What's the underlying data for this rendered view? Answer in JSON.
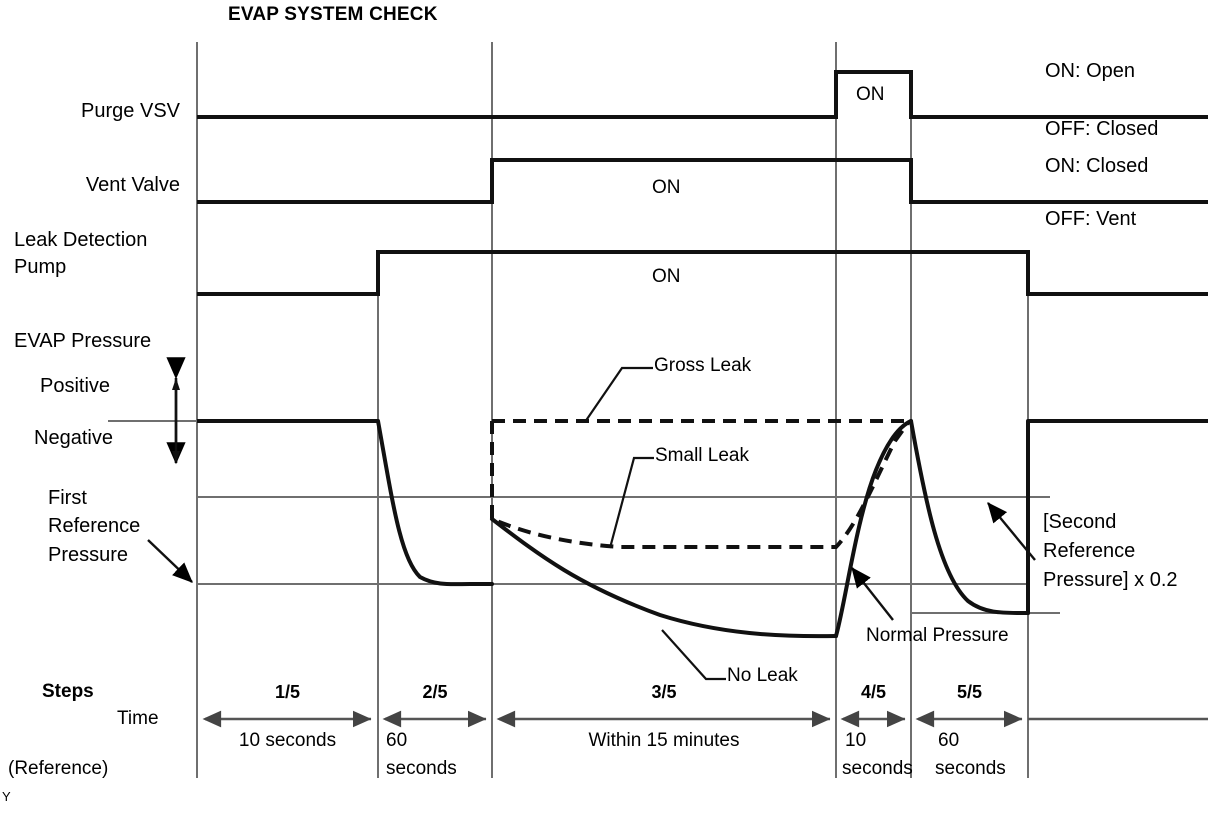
{
  "title": "EVAP SYSTEM CHECK",
  "corner_mark": "Y",
  "left_labels": {
    "purge_vsv": "Purge VSV",
    "vent_valve": "Vent Valve",
    "leak_detection_pump_l1": "Leak Detection",
    "leak_detection_pump_l2": "Pump",
    "evap_pressure": "EVAP Pressure",
    "positive": "Positive",
    "negative": "Negative",
    "first_ref_l1": "First",
    "first_ref_l2": "Reference",
    "first_ref_l3": "Pressure"
  },
  "right_labels": {
    "purge_on": "ON: Open",
    "purge_off": "OFF: Closed",
    "vent_on": "ON: Closed",
    "vent_off": "OFF: Vent",
    "second_ref_l1": "[Second",
    "second_ref_l2": "Reference",
    "second_ref_l3": "Pressure] x 0.2"
  },
  "signal_states": {
    "purge_vsv_on": "ON",
    "vent_valve_on": "ON",
    "pump_on": "ON"
  },
  "curve_callouts": {
    "gross_leak": "Gross Leak",
    "small_leak": "Small Leak",
    "no_leak": "No Leak",
    "normal_pressure": "Normal Pressure"
  },
  "axis": {
    "steps_label": "Steps",
    "time_label": "Time",
    "reference_label": "(Reference)"
  },
  "chart_data": {
    "type": "line",
    "title": "EVAP SYSTEM CHECK",
    "xlabel": "Time",
    "ylabel": "EVAP Pressure",
    "grid": true,
    "legend": [
      "Gross Leak",
      "Small Leak",
      "No Leak"
    ],
    "steps": [
      {
        "id": "1/5",
        "duration": "10 seconds",
        "x_start": 197,
        "x_end": 378
      },
      {
        "id": "2/5",
        "duration": "60 seconds",
        "x_start": 378,
        "x_end": 492
      },
      {
        "id": "3/5",
        "duration": "Within 15 minutes",
        "x_start": 492,
        "x_end": 836
      },
      {
        "id": "4/5",
        "duration": "10 seconds",
        "x_start": 836,
        "x_end": 911
      },
      {
        "id": "5/5",
        "duration": "60 seconds",
        "x_start": 911,
        "x_end": 1028
      }
    ],
    "step_ids": [
      "1/5",
      "2/5",
      "3/5",
      "4/5",
      "5/5"
    ],
    "step_durations": [
      "10 seconds",
      "60 seconds",
      "Within 15 minutes",
      "10 seconds",
      "60 seconds"
    ],
    "digital_signals": [
      {
        "name": "Purge VSV",
        "on_from": "4/5",
        "on_to": "4/5",
        "on_label": "ON",
        "state_on": "ON: Open",
        "state_off": "OFF: Closed",
        "baseline_y": 117,
        "high_y": 72,
        "segments": [
          [
            197,
            836,
            "off"
          ],
          [
            836,
            911,
            "on"
          ],
          [
            911,
            1208,
            "off"
          ]
        ]
      },
      {
        "name": "Vent Valve",
        "on_from": "3/5",
        "on_to": "4/5",
        "on_label": "ON",
        "state_on": "ON: Closed",
        "state_off": "OFF: Vent",
        "baseline_y": 202,
        "high_y": 160,
        "segments": [
          [
            197,
            492,
            "off"
          ],
          [
            492,
            911,
            "on"
          ],
          [
            911,
            1208,
            "off"
          ]
        ]
      },
      {
        "name": "Leak Detection Pump",
        "on_from": "2/5",
        "on_to": "5/5",
        "on_label": "ON",
        "state_on": "ON",
        "state_off": "OFF",
        "baseline_y": 294,
        "high_y": 252,
        "segments": [
          [
            197,
            378,
            "off"
          ],
          [
            378,
            1028,
            "on"
          ],
          [
            1028,
            1208,
            "off"
          ]
        ]
      }
    ],
    "pressure_levels": {
      "zero_atmospheric_y": 421,
      "second_reference_y": 497,
      "first_reference_y": 584,
      "normal_pressure_y": 613
    },
    "series": [
      {
        "name": "Gross Leak",
        "style": "dashed",
        "points": [
          [
            197,
            421
          ],
          [
            378,
            421
          ],
          [
            492,
            421
          ],
          [
            836,
            421
          ],
          [
            860,
            421
          ],
          [
            911,
            421
          ]
        ]
      },
      {
        "name": "Small Leak",
        "style": "dashed",
        "points": [
          [
            492,
            421
          ],
          [
            492,
            519
          ],
          [
            540,
            536
          ],
          [
            600,
            545
          ],
          [
            700,
            547
          ],
          [
            836,
            547
          ],
          [
            860,
            500
          ],
          [
            880,
            450
          ],
          [
            900,
            425
          ],
          [
            911,
            421
          ]
        ]
      },
      {
        "name": "No Leak",
        "style": "solid",
        "points": [
          [
            197,
            421
          ],
          [
            378,
            421
          ],
          [
            392,
            470
          ],
          [
            404,
            530
          ],
          [
            418,
            570
          ],
          [
            436,
            583
          ],
          [
            470,
            584
          ],
          [
            492,
            584
          ],
          [
            492,
            519
          ],
          [
            540,
            552
          ],
          [
            600,
            590
          ],
          [
            680,
            620
          ],
          [
            760,
            634
          ],
          [
            820,
            636
          ],
          [
            836,
            636
          ],
          [
            852,
            560
          ],
          [
            870,
            490
          ],
          [
            890,
            443
          ],
          [
            905,
            424
          ],
          [
            911,
            421
          ],
          [
            924,
            470
          ],
          [
            940,
            545
          ],
          [
            960,
            595
          ],
          [
            985,
            610
          ],
          [
            1010,
            613
          ],
          [
            1028,
            613
          ],
          [
            1028,
            421
          ],
          [
            1208,
            421
          ]
        ]
      }
    ]
  }
}
